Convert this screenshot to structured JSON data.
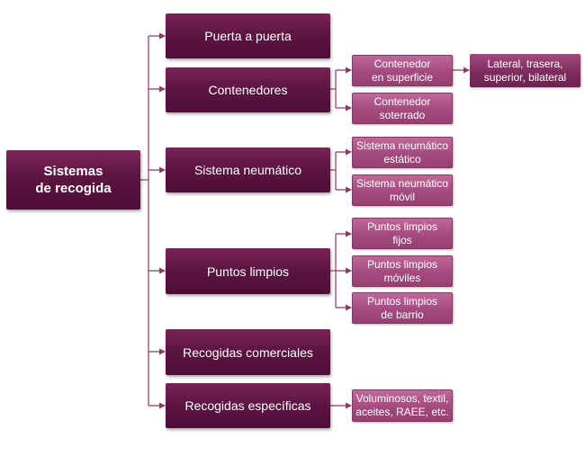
{
  "diagram": {
    "root": {
      "label": "Sistemas\nde recogida"
    },
    "branches": [
      {
        "id": "puerta",
        "label": "Puerta a puerta"
      },
      {
        "id": "contenedores",
        "label": "Contenedores"
      },
      {
        "id": "neumatico",
        "label": "Sistema neumático"
      },
      {
        "id": "puntos",
        "label": "Puntos limpios"
      },
      {
        "id": "comerciales",
        "label": "Recogidas comerciales"
      },
      {
        "id": "especificas",
        "label": "Recogidas específicas"
      }
    ],
    "sub_items": [
      {
        "id": "superficie",
        "parent": "contenedores",
        "label": "Contenedor\nen superficie"
      },
      {
        "id": "soterrado",
        "parent": "contenedores",
        "label": "Contenedor\nsoterrado"
      },
      {
        "id": "neu-estatico",
        "parent": "neumatico",
        "label": "Sistema neumático\nestático"
      },
      {
        "id": "neu-movil",
        "parent": "neumatico",
        "label": "Sistema neumático\nmóvil"
      },
      {
        "id": "pl-fijos",
        "parent": "puntos",
        "label": "Puntos limpios\nfijos"
      },
      {
        "id": "pl-moviles",
        "parent": "puntos",
        "label": "Puntos limpios\nmóviles"
      },
      {
        "id": "pl-barrio",
        "parent": "puntos",
        "label": "Puntos limpios\nde barrio"
      },
      {
        "id": "voluminosos",
        "parent": "especificas",
        "label": "Voluminosos, textil,\naceites, RAEE, etc."
      }
    ],
    "details": [
      {
        "id": "tipos-carga",
        "parent": "superficie",
        "label": "Lateral, trasera,\nsuperior, bilateral"
      }
    ],
    "colors": {
      "dark": "#5c1440",
      "light": "#a44a80",
      "connector": "#8a3a66"
    }
  }
}
